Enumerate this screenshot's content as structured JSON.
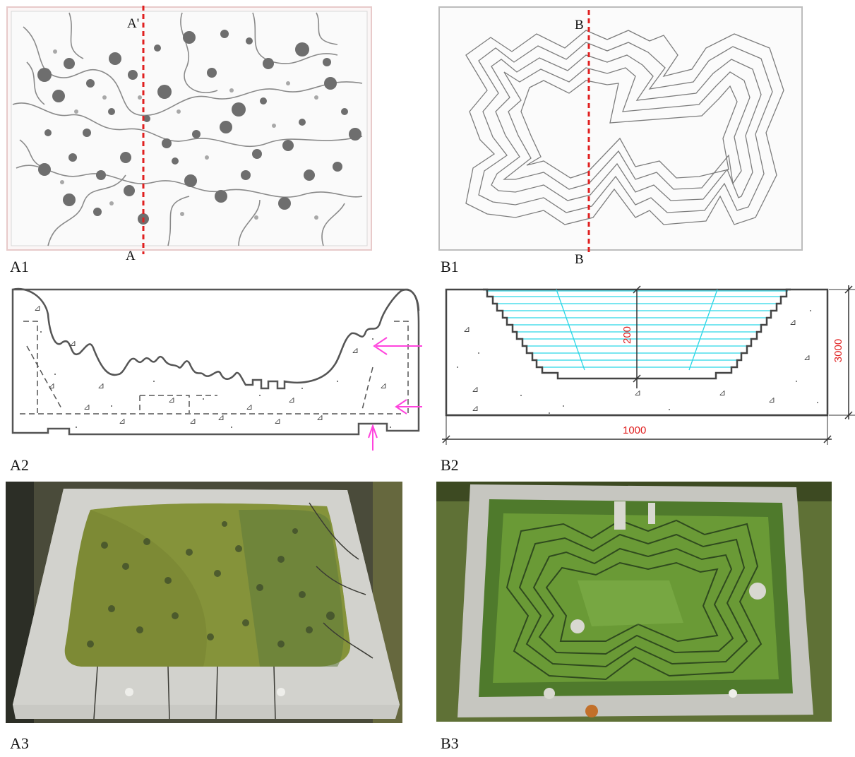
{
  "panels": {
    "a1": {
      "label": "A1",
      "section_top": "A'",
      "section_bottom": "A"
    },
    "b1": {
      "label": "B1",
      "section_top": "B",
      "section_bottom": "B"
    },
    "a2": {
      "label": "A2"
    },
    "b2": {
      "label": "B2",
      "dim_depth": "200",
      "dim_height": "3000",
      "dim_width": "1000"
    },
    "a3": {
      "label": "A3"
    },
    "b3": {
      "label": "B3"
    }
  },
  "colors": {
    "section_line": "#e02020",
    "water_lines": "#2ad6e6",
    "dimension_text": "#e02020",
    "arrows": "#ff44dd",
    "moss_green": "#6a8a2a",
    "concrete": "#c9c9c4"
  }
}
